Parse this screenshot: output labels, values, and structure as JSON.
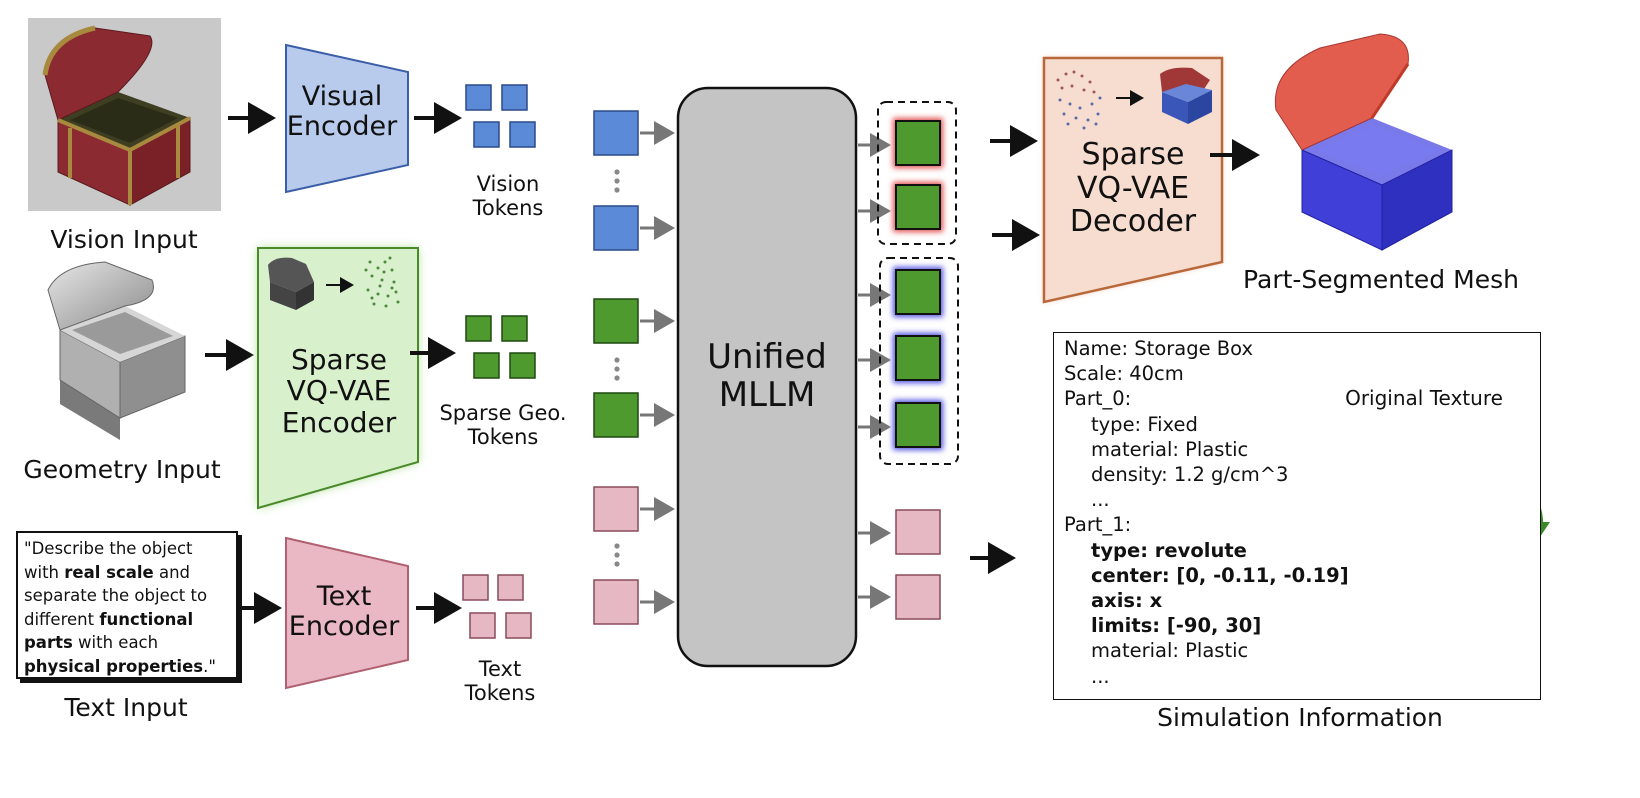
{
  "inputs": {
    "vision_label": "Vision Input",
    "geometry_label": "Geometry Input",
    "text_label": "Text Input",
    "text_prompt": {
      "quote_open": "\"Describe the object",
      "line2_a": "with ",
      "line2_b": "real scale",
      "line2_c": " and",
      "line3": "separate the object to",
      "line4_a": "different ",
      "line4_b": "functional",
      "line5_a": "parts",
      "line5_b": " with each",
      "line6": "physical properties",
      "quote_close": ".\""
    }
  },
  "encoders": {
    "visual": [
      "Visual",
      "Encoder"
    ],
    "sparse": [
      "Sparse",
      "VQ-VAE",
      "Encoder"
    ],
    "text": [
      "Text",
      "Encoder"
    ]
  },
  "tokens": {
    "vision": [
      "Vision",
      "Tokens"
    ],
    "geo": [
      "Sparse Geo.",
      "Tokens"
    ],
    "text": [
      "Text",
      "Tokens"
    ]
  },
  "mllm": [
    "Unified",
    "MLLM"
  ],
  "decoder": [
    "Sparse",
    "VQ-VAE",
    "Decoder"
  ],
  "outputs": {
    "mesh_label": "Part-Segmented Mesh",
    "sim_label": "Simulation Information",
    "texture_label": "Original Texture"
  },
  "sim_info": [
    {
      "text": "Name: Storage Box",
      "indent": 0,
      "bold": false
    },
    {
      "text": "Scale: 40cm",
      "indent": 0,
      "bold": false
    },
    {
      "text": "Part_0:",
      "indent": 0,
      "bold": false
    },
    {
      "text": "type: Fixed",
      "indent": 1,
      "bold": false
    },
    {
      "text": "material: Plastic",
      "indent": 1,
      "bold": false
    },
    {
      "text": "density: 1.2 g/cm^3",
      "indent": 1,
      "bold": false
    },
    {
      "text": "...",
      "indent": 1,
      "bold": false
    },
    {
      "text": "Part_1:",
      "indent": 0,
      "bold": false
    },
    {
      "text": "type: revolute",
      "indent": 1,
      "bold": true
    },
    {
      "text": "center: [0, -0.11, -0.19]",
      "indent": 1,
      "bold": true
    },
    {
      "text": "axis: x",
      "indent": 1,
      "bold": true
    },
    {
      "text": "limits: [-90, 30]",
      "indent": 1,
      "bold": true
    },
    {
      "text": "material: Plastic",
      "indent": 1,
      "bold": false
    },
    {
      "text": "...",
      "indent": 1,
      "bold": false
    }
  ],
  "colors": {
    "vision_token": "#5b8ad6",
    "geo_token": "#4e9a2e",
    "text_token": "#e6b8c4",
    "visual_encoder": "#b8cbec",
    "sparse_encoder": "#d9f0cc",
    "text_encoder": "#eab8c4",
    "decoder": "#f6ddd0",
    "decoder_border": "#b8683a",
    "mllm": "#c4c4c4",
    "red_glow": "#e05050",
    "blue_glow": "#5050e0",
    "chest_red": "#8c2a32",
    "chest_gold": "#a88a3e"
  }
}
